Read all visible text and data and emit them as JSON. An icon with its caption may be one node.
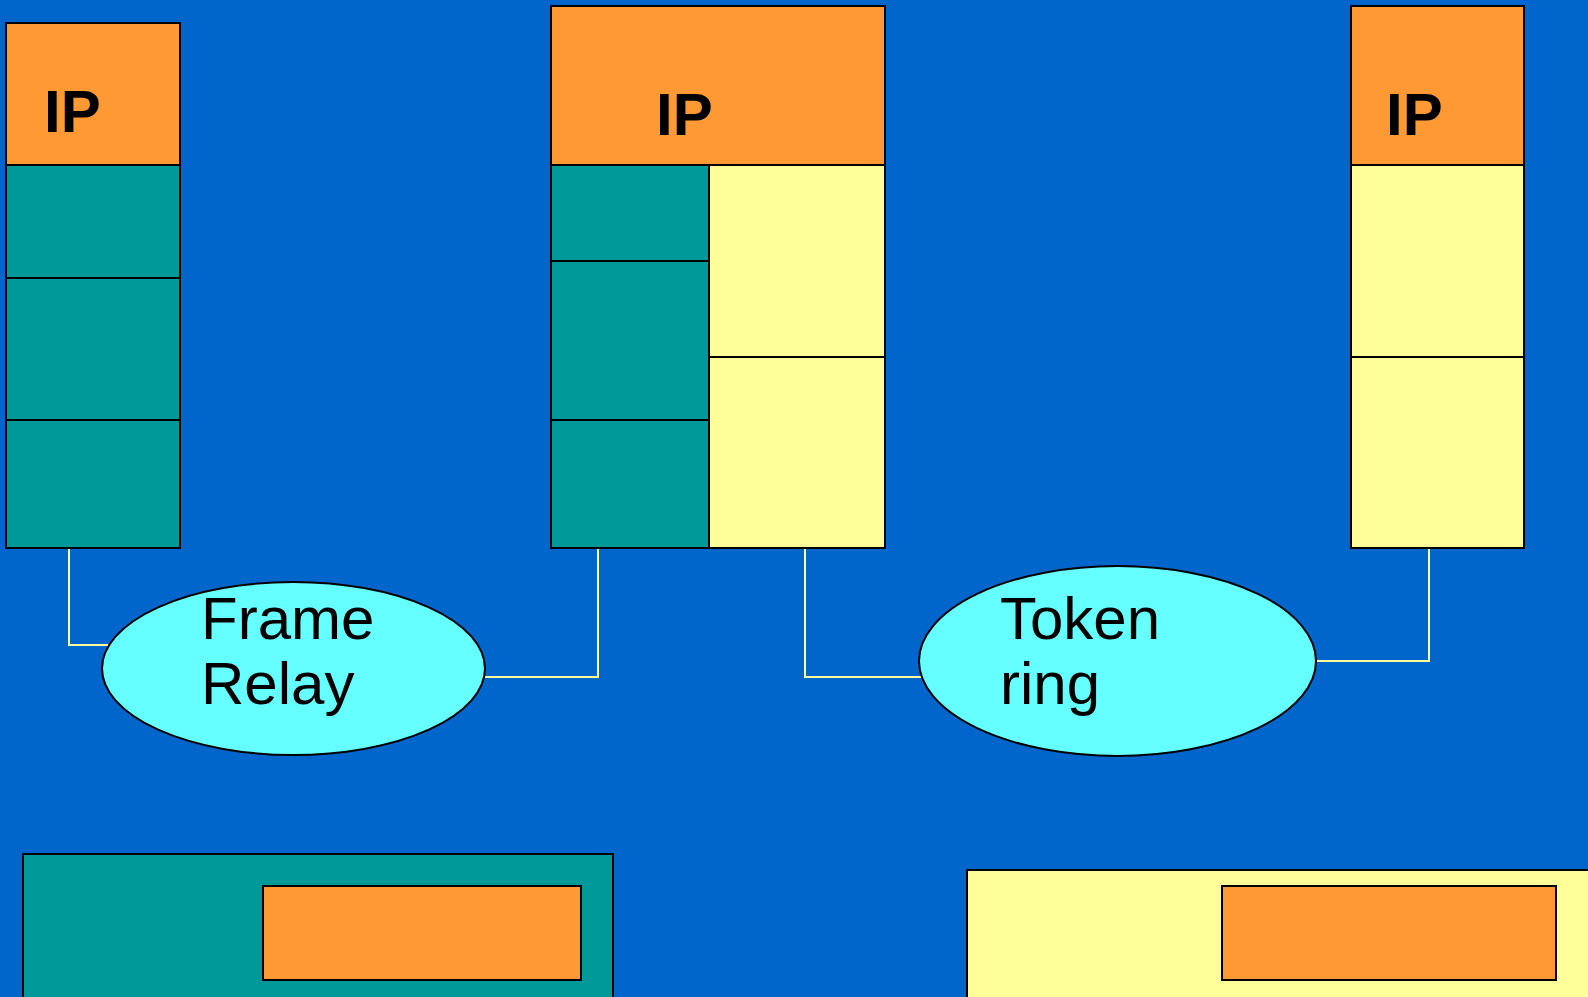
{
  "diagram": {
    "nodes": [
      {
        "text": [
          "IP"
        ]
      },
      {
        "text": [],
        "shape": "box"
      },
      {
        "text": [],
        "shape": "box"
      },
      {
        "text": [],
        "shape": "box"
      },
      {
        "text": [
          "IP"
        ]
      },
      {
        "text": [],
        "shape": "box"
      },
      {
        "text": [],
        "shape": "box"
      },
      {
        "text": [],
        "shape": "box"
      },
      {
        "text": [],
        "shape": "box"
      },
      {
        "text": [],
        "shape": "box"
      },
      {
        "text": [
          "IP"
        ]
      },
      {
        "text": [],
        "shape": "box"
      },
      {
        "text": [],
        "shape": "box"
      },
      {
        "text": [
          "Frame Relay"
        ]
      },
      {
        "text": [
          "Token ring"
        ]
      },
      {
        "text": [],
        "shape": "bar"
      },
      {
        "text": [],
        "shape": "box",
        "in": 15
      },
      {
        "text": [],
        "shape": "bar"
      },
      {
        "text": [],
        "shape": "box",
        "in": 17
      }
    ],
    "edges": [
      {
        "from": 3,
        "to": 13,
        "arrow": "none"
      },
      {
        "from": 13,
        "to": 7,
        "arrow": "none"
      },
      {
        "from": 9,
        "to": 14,
        "arrow": "none"
      },
      {
        "from": 14,
        "to": 12,
        "arrow": "none"
      }
    ]
  }
}
